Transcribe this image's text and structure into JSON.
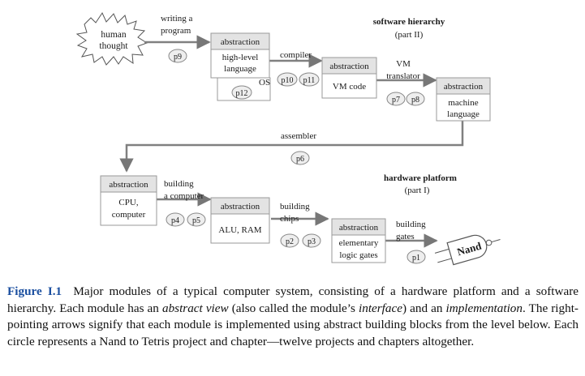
{
  "section_software": {
    "title": "software hierarchy",
    "subtitle": "(part II)"
  },
  "section_hardware": {
    "title": "hardware platform",
    "subtitle": "(part I)"
  },
  "cloud": {
    "line1": "human",
    "line2": "thought"
  },
  "boxes": [
    {
      "header": "abstraction",
      "lines": [
        "high-level",
        "language"
      ]
    },
    {
      "header": "abstraction",
      "lines": [
        "VM code"
      ]
    },
    {
      "header": "abstraction",
      "lines": [
        "machine",
        "language"
      ]
    },
    {
      "header": "abstraction",
      "lines": [
        "CPU,",
        "computer"
      ]
    },
    {
      "header": "abstraction",
      "lines": [
        "ALU, RAM"
      ]
    },
    {
      "header": "abstraction",
      "lines": [
        "elementary",
        "logic gates"
      ]
    }
  ],
  "arrow_labels": {
    "writing": [
      "writing a",
      "program"
    ],
    "compiler": "compiler",
    "os": "OS",
    "vm_translator": [
      "VM",
      "translator"
    ],
    "assembler": "assembler",
    "building_computer": [
      "building",
      "a computer"
    ],
    "building_chips": [
      "building",
      "chips"
    ],
    "building_gates": [
      "building",
      "gates"
    ]
  },
  "projects": [
    "p9",
    "p10",
    "p11",
    "p12",
    "p7",
    "p8",
    "p6",
    "p4",
    "p5",
    "p2",
    "p3",
    "p1"
  ],
  "gate_label": "Nand",
  "caption": {
    "figure": "Figure I.1",
    "t1": "Major modules of a typical computer system, consisting of a hardware platform and a software hierarchy. Each module has an ",
    "i1": "abstract view",
    "t2": " (also called the module’s ",
    "i2": "interface",
    "t3": ") and an ",
    "i3": "implementation",
    "t4": ". The right-pointing arrows signify that each module is implemented using abstract building blocks from the level below. Each circle represents a Nand to Tetris project and chapter—twelve projects and chapters altogether."
  }
}
